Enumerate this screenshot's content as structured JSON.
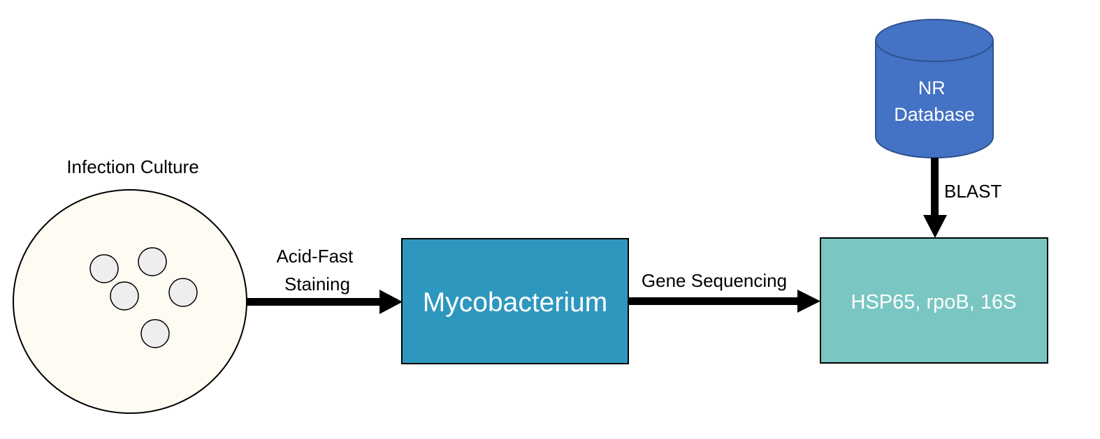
{
  "culture": {
    "label": "Infection Culture",
    "dish_fill": "#fefbf2",
    "colony_fill": "#eeeeee"
  },
  "stain_edge": {
    "label_line1": "Acid-Fast",
    "label_line2": "Staining"
  },
  "mycobacterium": {
    "label": "Mycobacterium",
    "fill": "#2e97bd"
  },
  "sequencing_edge": {
    "label": "Gene Sequencing"
  },
  "genes": {
    "label": "HSP65, rpoB, 16S",
    "fill": "#7ac6c2"
  },
  "database": {
    "label_line1": "NR",
    "label_line2": "Database",
    "fill": "#4472c4"
  },
  "blast_edge": {
    "label": "BLAST"
  }
}
